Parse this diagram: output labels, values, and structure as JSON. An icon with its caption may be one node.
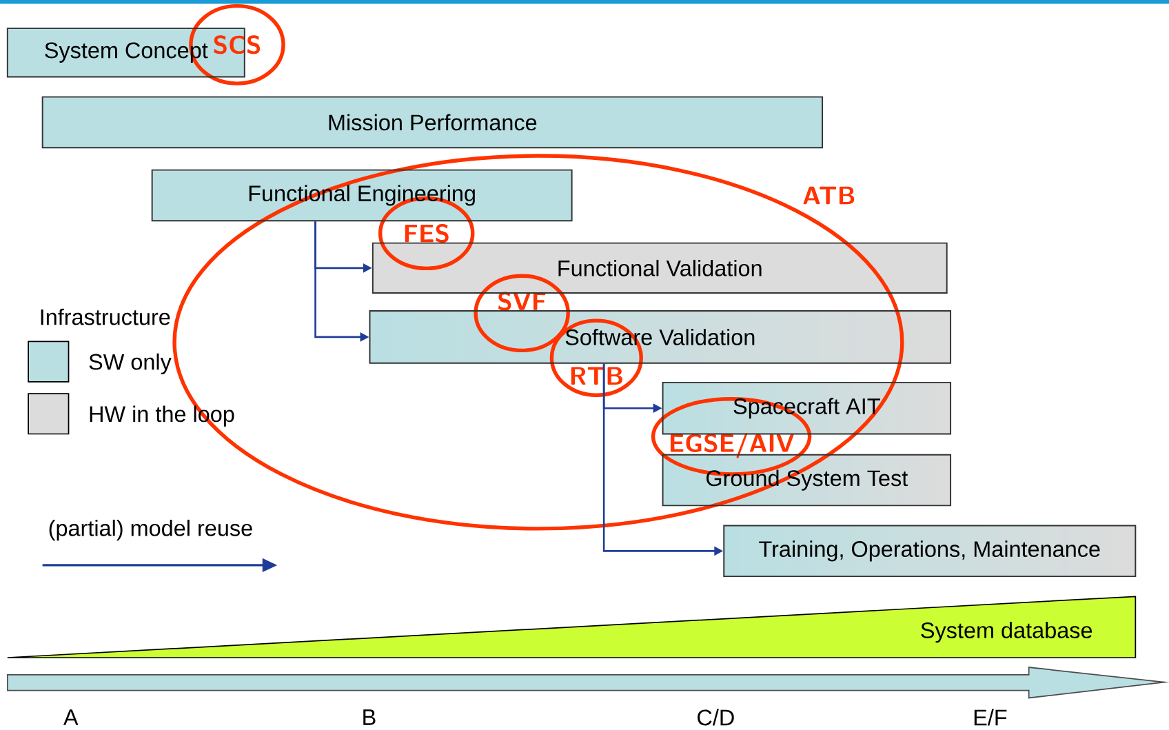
{
  "diagram": {
    "nodes": [
      {
        "text": [
          "System Concept"
        ]
      },
      {
        "text": [
          "SCS"
        ]
      },
      {
        "text": [
          "Mission Performance"
        ]
      },
      {
        "text": [
          "Functional Engineering"
        ]
      },
      {
        "text": [
          "ATB"
        ]
      },
      {
        "text": [
          "FES"
        ]
      },
      {
        "text": [
          "Functional Validation"
        ]
      },
      {
        "text": [
          "SVF"
        ]
      },
      {
        "text": [
          "Software Validation"
        ]
      },
      {
        "text": [
          "RTB"
        ]
      },
      {
        "text": [
          "Spacecraft AIT"
        ]
      },
      {
        "text": [
          "EGSE/AIV"
        ]
      },
      {
        "text": [
          "Ground System Test"
        ]
      },
      {
        "text": [
          "Training, Operations, Maintenance"
        ]
      },
      {
        "text": [
          "System database"
        ]
      }
    ],
    "edges": [
      {
        "from": 3,
        "to": 6,
        "arrow": "to"
      },
      {
        "from": 3,
        "to": 8,
        "arrow": "to"
      },
      {
        "from": 8,
        "to": 10,
        "arrow": "to"
      },
      {
        "from": 8,
        "to": 13,
        "arrow": "to"
      }
    ],
    "labels": [
      "Infrastructure",
      "A",
      "B",
      "C/D",
      "E/F"
    ],
    "legend": [
      {
        "text": "SW only",
        "color": "#b9dfe2"
      },
      {
        "text": "HW in the loop",
        "color": "#dcdcdc"
      },
      {
        "text": "(partial) model reuse"
      }
    ]
  }
}
